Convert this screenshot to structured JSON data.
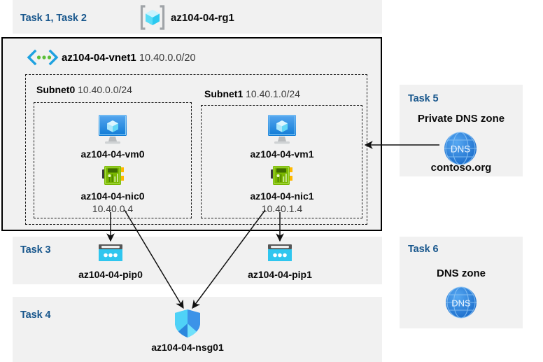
{
  "diagram": {
    "title": "Azure AZ-104 Module 04 lab resource diagram",
    "colors": {
      "panel_bg": "#f1f1f1",
      "task_label": "#17568c",
      "line": "#1a1a1a",
      "vm_icon": "#1b8bde",
      "nic_icon": "#7cbb3d",
      "pip_icon": "#32c8ef",
      "dns_icon": "#2f7fd8",
      "nsg_icon": "#34c6f4",
      "rg_icon": "#50e6ff",
      "vnet_icon": "#0078d4"
    },
    "resource_group": {
      "task_label": "Task 1, Task 2",
      "icon": "resource-group-icon",
      "name": "az104-04-rg1"
    },
    "vnet": {
      "icon": "virtual-network-icon",
      "name": "az104-04-vnet1",
      "address_space": "10.40.0.0/20",
      "subnets": [
        {
          "name": "Subnet0",
          "address_prefix": "10.40.0.0/24",
          "vm": {
            "icon": "virtual-machine-icon",
            "name": "az104-04-vm0"
          },
          "nic": {
            "icon": "network-interface-icon",
            "name": "az104-04-nic0",
            "ip": "10.40.0.4"
          }
        },
        {
          "name": "Subnet1",
          "address_prefix": "10.40.1.0/24",
          "vm": {
            "icon": "virtual-machine-icon",
            "name": "az104-04-vm1"
          },
          "nic": {
            "icon": "network-interface-icon",
            "name": "az104-04-nic1",
            "ip": "10.40.1.4"
          }
        }
      ]
    },
    "task3": {
      "task_label": "Task 3",
      "public_ips": [
        {
          "icon": "public-ip-address-icon",
          "name": "az104-04-pip0"
        },
        {
          "icon": "public-ip-address-icon",
          "name": "az104-04-pip1"
        }
      ]
    },
    "task4": {
      "task_label": "Task 4",
      "nsg": {
        "icon": "network-security-group-icon",
        "name": "az104-04-nsg01"
      }
    },
    "task5": {
      "task_label": "Task 5",
      "zone_title": "Private DNS zone",
      "icon": "dns-zone-icon",
      "icon_text": "DNS",
      "zone_name": "contoso.org"
    },
    "task6": {
      "task_label": "Task 6",
      "zone_title": "DNS zone",
      "icon": "dns-zone-icon",
      "icon_text": "DNS"
    }
  }
}
